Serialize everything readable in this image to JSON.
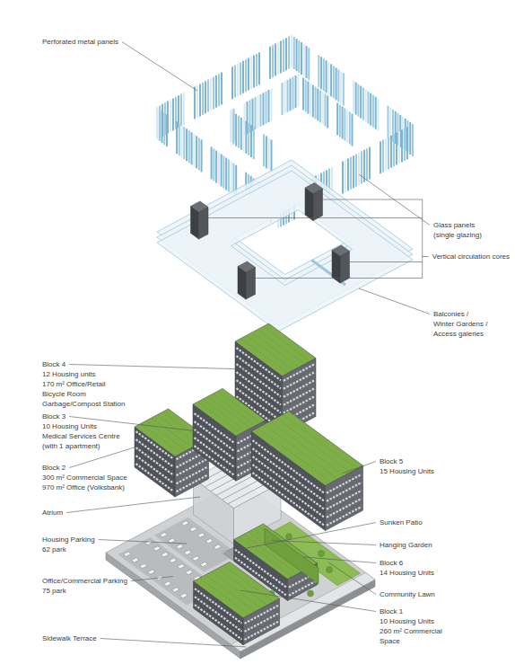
{
  "diagram": {
    "labels": [
      "Perforated metal panels",
      "Glass panels",
      "(single glazing)",
      "Vertical circulation cores",
      "Balconies /",
      "Winter Gardens /",
      "Access galeries",
      "Block 4",
      "12 Housing units",
      "170 m² Office/Retail",
      "Bicycle Room",
      "Garbage/Compost Station",
      "Block 3",
      "10 Housing Units",
      "Medical Services Centre",
      "(with 1 apartment)",
      "Block 2",
      "300 m² Commercial Space",
      "970 m² Office (Volksbank)",
      "Block 5",
      "15 Housing Units",
      "Atrium",
      "Sunken Patio",
      "Housing Parking",
      "62 park",
      "Hanging Garden",
      "Block 6",
      "14 Housing Units",
      "Office/Commercial Parking",
      "75 park",
      "Community Lawn",
      "Block 1",
      "10 Housing Units",
      "260 m² Commercial Space",
      "Sidewalk Terrace"
    ]
  }
}
